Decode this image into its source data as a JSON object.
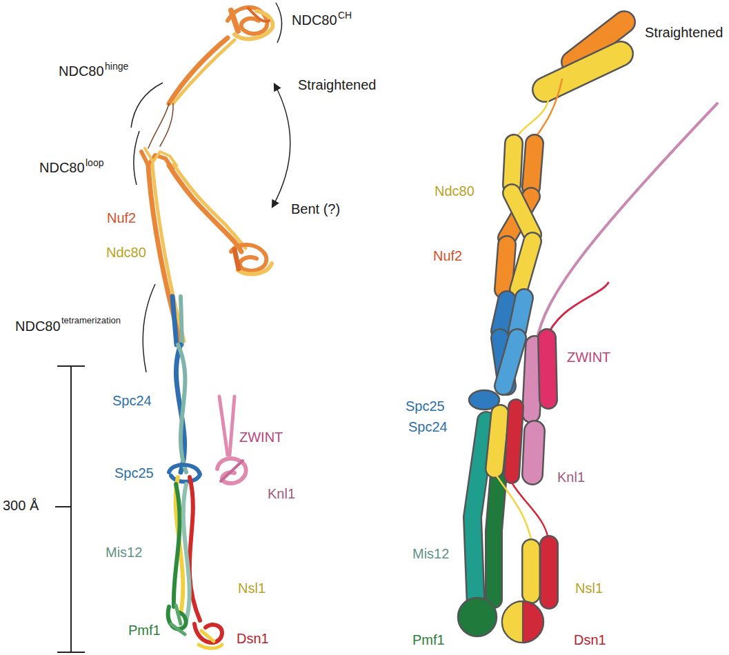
{
  "diagram": {
    "labels": [
      "NDC80",
      "CH",
      "NDC80",
      "hinge",
      "Straightened",
      "NDC80",
      "loop",
      "Bent (?)",
      "Nuf2",
      "Ndc80",
      "NDC80",
      "tetramerization",
      "Spc24",
      "Spc25",
      "ZWINT",
      "Knl1",
      "Mis12",
      "Nsl1",
      "Pmf1",
      "Dsn1",
      "300 Å",
      "Straightened",
      "Ndc80",
      "Nuf2",
      "ZWINT",
      "Spc25",
      "Spc24",
      "Knl1",
      "Mis12",
      "Nsl1",
      "Pmf1",
      "Dsn1"
    ]
  }
}
